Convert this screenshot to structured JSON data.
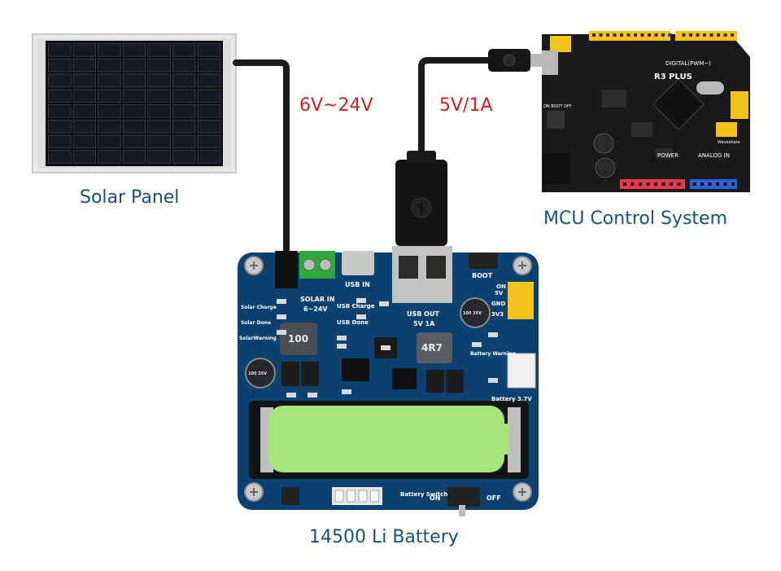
{
  "colors": {
    "caption": "#14527a",
    "voltage": "#cc1f1f",
    "board": "#0d4170",
    "battery": "#a6e57a",
    "cable": "#1b1b1b",
    "arduino": "#1a1a1a",
    "header_yellow": "#f2c318",
    "header_red": "#e8364a",
    "header_blue": "#2f5fd8",
    "terminal_green": "#2fa83a"
  },
  "captions": {
    "solar_panel": "Solar Panel",
    "mcu": "MCU Control System",
    "battery": "14500 Li Battery"
  },
  "voltages": {
    "solar_input": "6V~24V",
    "usb_output": "5V/1A"
  },
  "board_labels": {
    "solar_in": "SOLAR IN",
    "solar_in_range": "6~24V",
    "usb_in": "USB IN",
    "usb_charge": "USB Charge",
    "usb_done": "USB Done",
    "solar_charge": "Solar Charge",
    "solar_done": "Solar Done",
    "solar_warning": "SolarWarning",
    "usb_out": "USB OUT",
    "usb_out_rating": "5V 1A",
    "boot": "BOOT",
    "on": "ON",
    "pin_5v": "5V",
    "pin_gnd": "GND",
    "pin_3v3": "3V3",
    "battery_warning": "Battery Warning",
    "battery_voltage": "Battery 3.7V",
    "battery_switch": "Battery Switch",
    "switch_on": "ON",
    "switch_off": "OFF",
    "inductor_1": "100",
    "inductor_2": "4R7",
    "cap_left": "100 35V",
    "cap_right": "100 35V"
  },
  "mcu_labels": {
    "model": "R3 PLUS",
    "digital": "DIGITAL(PWM~)",
    "power": "POWER",
    "analog_in": "ANALOG IN",
    "brand": "Waveshare",
    "on_boot_off": "ON BOOT OFF"
  },
  "icons": {
    "usb_symbol": "usb-trident-icon",
    "brand_logo": "waveshare-logo-icon"
  }
}
